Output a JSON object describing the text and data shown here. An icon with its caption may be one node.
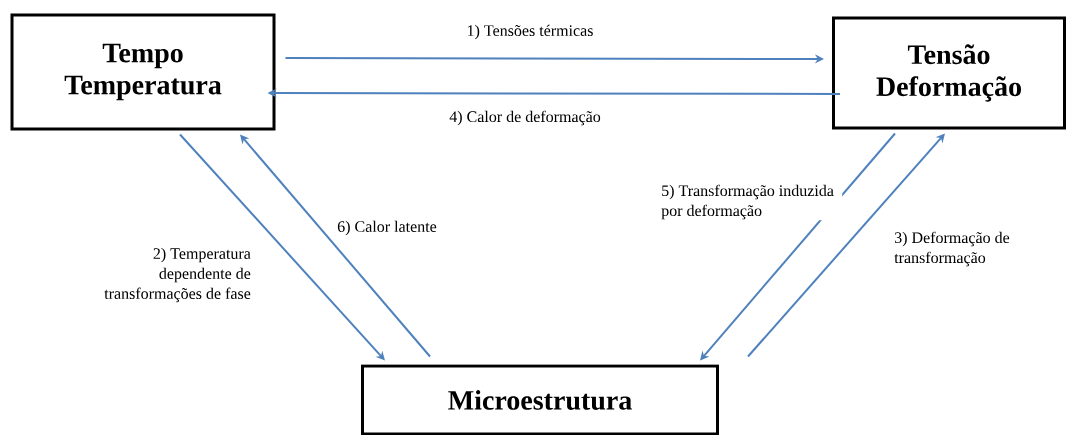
{
  "diagram": {
    "nodes": [
      {
        "text": [
          "Tempo Temperatura"
        ]
      },
      {
        "text": [
          "Tensão Deformação"
        ]
      },
      {
        "text": [
          "Microestrutura"
        ]
      }
    ],
    "edges": [
      {
        "from": 0,
        "to": 1,
        "arrow": "to",
        "label": "1) Tensões térmicas"
      },
      {
        "from": 1,
        "to": 0,
        "arrow": "to",
        "label": "4) Calor de deformação"
      },
      {
        "from": 0,
        "to": 2,
        "arrow": "to",
        "label": "2) Temperatura dependente de transformações de fase"
      },
      {
        "from": 2,
        "to": 0,
        "arrow": "to",
        "label": "6) Calor latente"
      },
      {
        "from": 1,
        "to": 2,
        "arrow": "to",
        "label": "5) Transformação induzida por deformação"
      },
      {
        "from": 2,
        "to": 1,
        "arrow": "to",
        "label": "3) Deformação de transformação"
      }
    ]
  }
}
